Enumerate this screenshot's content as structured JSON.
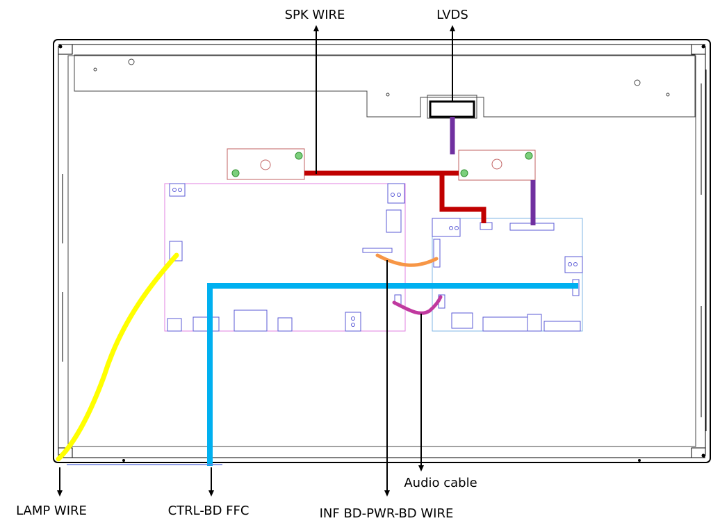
{
  "labels": {
    "spk_wire": "SPK WIRE",
    "lvds": "LVDS",
    "lamp_wire": "LAMP WIRE",
    "ctrl_bd_ffc": "CTRL-BD FFC",
    "inf_bd_pwr_bd_wire": "INF BD-PWR-BD WIRE",
    "audio_cable": "Audio cable"
  },
  "wire_colors": {
    "spk_wire": "#c00000",
    "lvds": "#7030a0",
    "lamp_wire": "#ffff00",
    "ctrl_bd_ffc": "#00b0f0",
    "inf_bd_pwr_bd_wire": "#f79646",
    "audio_cable": "#c0399f"
  },
  "board_colors": {
    "frame": "#000000",
    "main_board": "#e080e0",
    "power_board": "#7fb4e6",
    "components": "#5a5ad6",
    "speaker_boards": "#c06060"
  }
}
